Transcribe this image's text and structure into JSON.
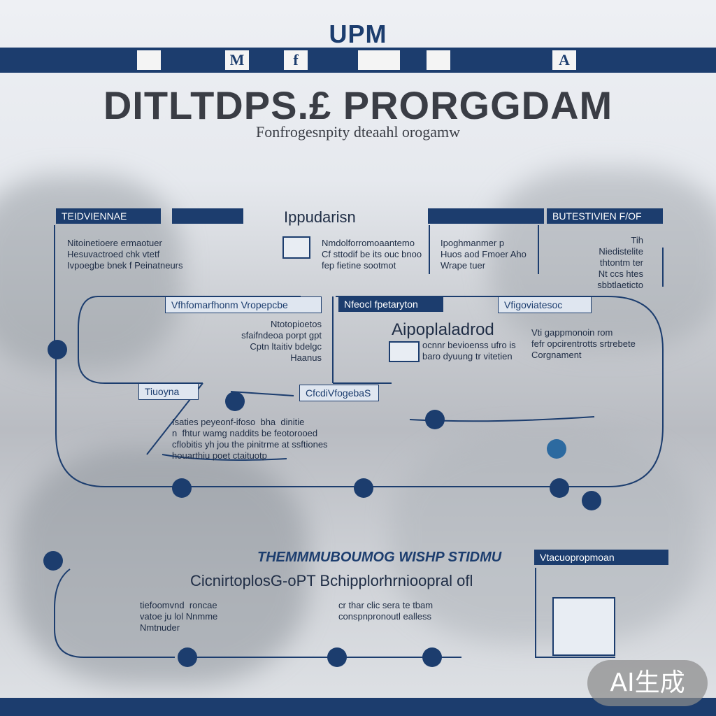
{
  "header": {
    "brand": "UPM",
    "glyphs": [
      "",
      "M",
      "f",
      "",
      "",
      "A"
    ],
    "title": "DITLTDPS.£ PRORGGDAM",
    "subtitle": "Fonfrogesnpity dteaahl orogamw"
  },
  "row1": {
    "left_label": "TEIDVIENNAE",
    "left_label2": "",
    "left_text": "Nitoinetioere ermaotuer\nHesuvactroed chk vtetf\nIvpoegbe bnek f Peinatneurs",
    "center_heading": "Ippudarisn",
    "center_text": "Nmdolforromoaantemo\nCf sttodif be its ouc bnoo\nfep fietine sootmot",
    "right_label": "",
    "right_label2": "BUTESTIVIEN F/OF",
    "right_text": "Ipoghmanmer p\nHuos aod Fmoer Aho\nWrape tuer",
    "far_right_text": "Tih\nNiedistelite\nthtontm ter\nNt ccs htes\nsbbtlaeticto"
  },
  "row2": {
    "left_label": "Vfhfomarfhonm Vropepcbe",
    "left_text": "Ntotopioetos\nsfaifndeoa porpt gpt\nCptn ltaitiv bdelgc\nHaanus",
    "center_label": "Nfeocl fpetaryton",
    "center_heading": "Aipoplaladrod",
    "center_text": "ocnnr bevioenss ufro is\nbaro dyuung tr vitetien",
    "right_label": "Vfigoviatesoc",
    "right_text": "Vti gappmonoin rom\nfefr opcirentrotts srtrebete\nCorgnament"
  },
  "row3": {
    "left_label": "Tiuoyna",
    "center_label": "CfcdiVfogebaS",
    "text": "Isaties peyeonf-ifoso  bha  dinitie\nn  fhtur wamg naddits be feotorooed\ncflobitis yh jou the pinitrme at ssftiones\nhouarthiu poet ctaituotp"
  },
  "row4": {
    "banner": "THEMMMUBOUMOG WISHP STIDMU",
    "heading": "CicnirtoplosG-oPT Bchipplorhrnioopral ofl",
    "left_text": "tiefoomvnd  roncae\nvatoe ju lol Nnmme\nNmtnuder",
    "center_text": "cr thar clic sera te tbam\nconspnpronoutl ealless",
    "right_label": "Vtacuopropmoan"
  },
  "badge": "AI生成"
}
